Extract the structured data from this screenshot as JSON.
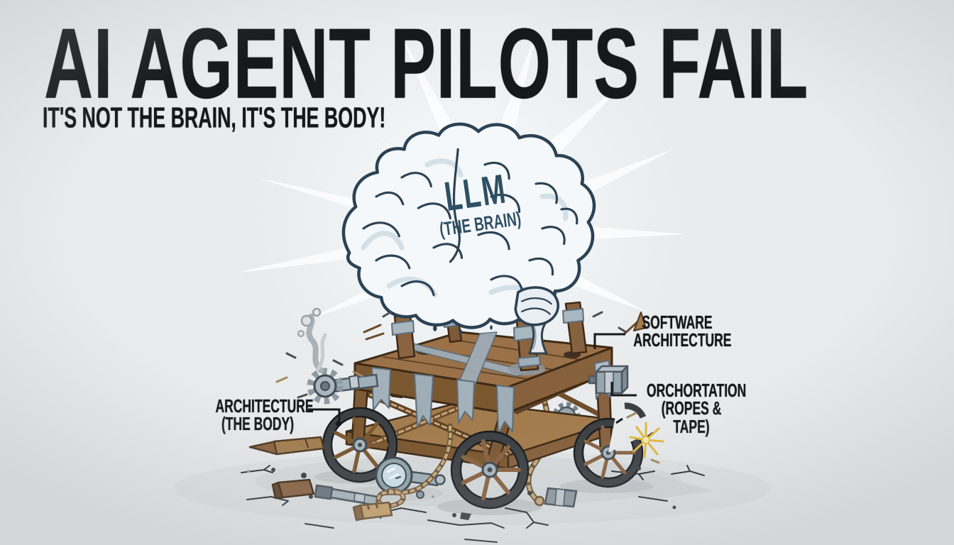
{
  "title": "AI AGENT PILOTS FAIL",
  "subtitle": "IT'S NOT THE BRAIN, IT'S THE BODY!",
  "brain": {
    "label": "LLM",
    "sublabel": "(THE BRAIN)"
  },
  "callouts": {
    "software_architecture": {
      "line1": "SOFTWARE",
      "line2": "ARCHITECTURE"
    },
    "orchestration": {
      "line1": "ORCHORTATION",
      "line2": "(ROPES & TAPE)"
    },
    "body": {
      "line1": "ARCHITECTURE",
      "line2": "(THE BODY)"
    }
  },
  "colors": {
    "background": "#e9ebec",
    "ink": "#17181a",
    "brain_text": "#2f5064",
    "brain_outline": "#2c4254",
    "wood": "#8a6440",
    "tape": "#a3b1bb",
    "tire": "#3d4043",
    "rope": "#c8aa7e",
    "spark": "#e8c04a",
    "glass": "#cfe3ea"
  }
}
